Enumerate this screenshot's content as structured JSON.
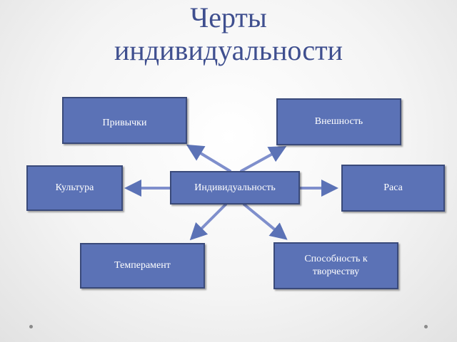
{
  "title": {
    "line1": "Черты",
    "line2": "индивидуальности"
  },
  "diagram": {
    "center": "Индивидуальность",
    "nodes": {
      "privychki": "Привычки",
      "vneshnost": "Внешность",
      "kultura": "Культура",
      "rasa": "Раса",
      "temperament": "Темперамент",
      "tvorchestvo_line1": "Способность к",
      "tvorchestvo_line2": "творчеству"
    }
  },
  "colors": {
    "node_fill": "#5b72b6",
    "node_border": "#3a4a7a",
    "arrow": "#5b72b6",
    "title": "#3f4f8f"
  }
}
